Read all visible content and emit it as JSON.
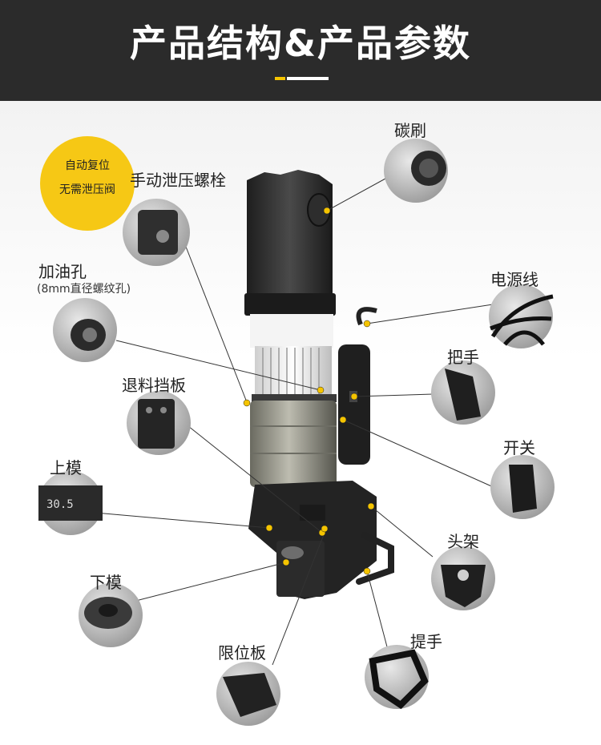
{
  "header": {
    "title": "产品结构&产品参数"
  },
  "badge": {
    "line1": "自动复位",
    "line2": "无需泄压阀"
  },
  "labels": {
    "carbon_brush": "碳刷",
    "manual_bolt": "手动泄压螺栓",
    "oil_hole": "加油孔",
    "oil_hole_sub": "(8mm直径螺纹孔)",
    "power_cord": "电源线",
    "handle": "把手",
    "stripper_plate": "退料挡板",
    "switch": "开关",
    "upper_die": "上模",
    "upper_die_mark": "30.5",
    "head_frame": "头架",
    "lower_die": "下模",
    "carry_handle": "提手",
    "limit_plate": "限位板"
  },
  "colors": {
    "accent": "#f5c400",
    "header_bg": "#2b2b2b",
    "tool_dark": "#2a2a2a"
  }
}
